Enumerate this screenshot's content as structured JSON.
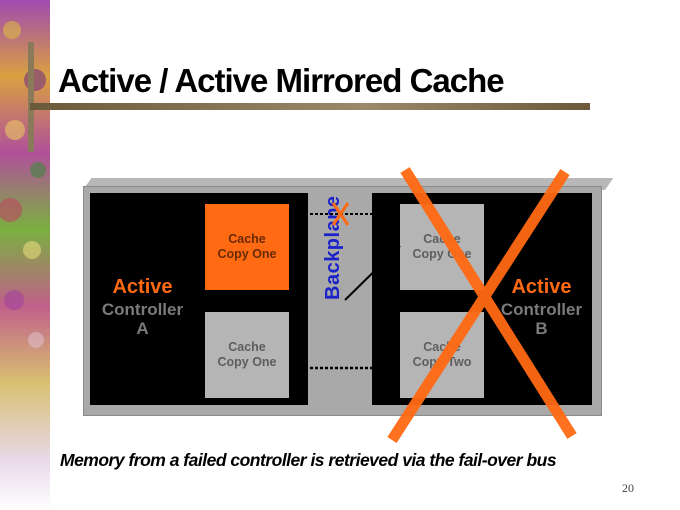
{
  "title": "Active / Active Mirrored Cache",
  "controller_a": {
    "status": "Active",
    "name_line1": "Controller",
    "name_line2": "A"
  },
  "controller_b": {
    "status": "Active",
    "name_line1": "Controller",
    "name_line2": "B"
  },
  "backplane": "Backplane",
  "cache_a_top": {
    "line1": "Cache",
    "line2": "Copy One"
  },
  "cache_a_bottom": {
    "line1": "Cache",
    "line2": "Copy One"
  },
  "cache_b_top": {
    "line1": "Cache",
    "line2": "Copy One"
  },
  "cache_b_bottom": {
    "line1": "Cache",
    "line2": "Copy Two"
  },
  "caption": "Memory from a failed controller is retrieved via the fail-over bus",
  "page_number": "20",
  "colors": {
    "accent": "#ff6a13",
    "backplane_text": "#1a22c8",
    "chassis": "#a9a9a9"
  }
}
